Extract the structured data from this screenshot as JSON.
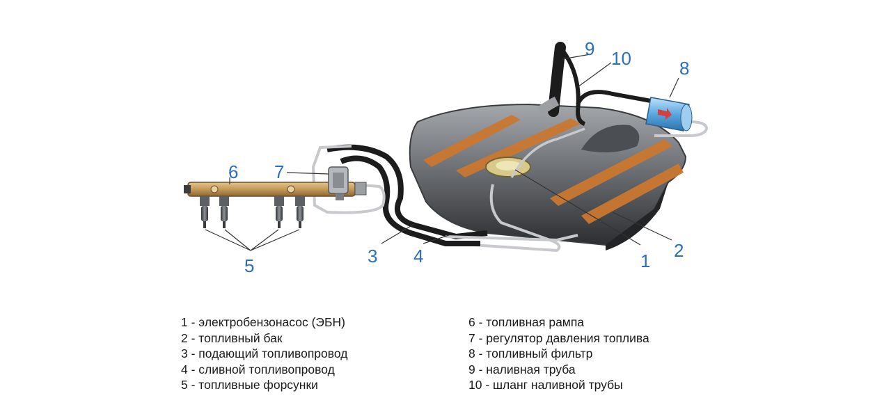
{
  "callouts": [
    {
      "num": "1",
      "text": "электробензонасос (ЭБН)"
    },
    {
      "num": "2",
      "text": "топливный бак"
    },
    {
      "num": "3",
      "text": "подающий топливопровод"
    },
    {
      "num": "4",
      "text": "сливной топливопровод"
    },
    {
      "num": "5",
      "text": "топливные форсунки"
    },
    {
      "num": "6",
      "text": "топливная рампа"
    },
    {
      "num": "7",
      "text": "регулятор давления топлива"
    },
    {
      "num": "8",
      "text": "топливный фильтр"
    },
    {
      "num": "9",
      "text": "наливная труба"
    },
    {
      "num": "10",
      "text": "шланг наливной трубы"
    }
  ],
  "legend": {
    "left": [
      "1 - электробензонасос (ЭБН)",
      "2 - топливный бак",
      "3 - подающий топливопровод",
      "4 - сливной топливопровод",
      "5 - топливные форсунки"
    ],
    "right": [
      "6 - топливная рампа",
      "7 - регулятор давления топлива",
      "8 - топливный фильтр",
      "9 - наливная труба",
      "10 - шланг наливной трубы"
    ]
  },
  "colors": {
    "callout": "#2a6fc0",
    "tank": "#6b6e72",
    "tank_band": "#c9772f",
    "rail": "#c49a5a",
    "filter": "#5aa7e0",
    "hose": "#1c1c1c",
    "steel_line": "#c7c9cc"
  }
}
